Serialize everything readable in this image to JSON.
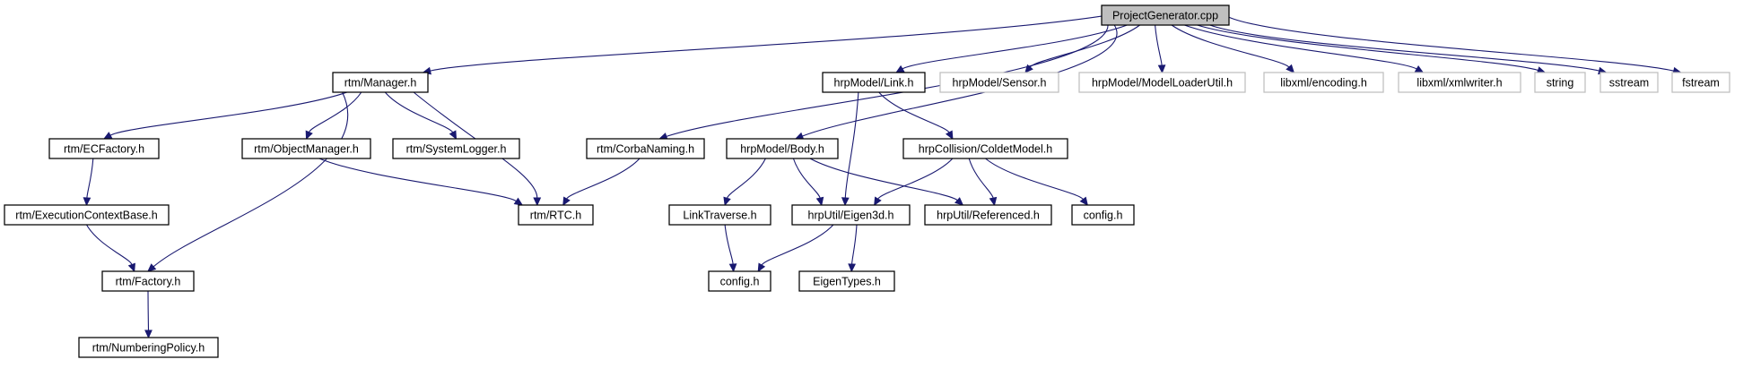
{
  "root": "ProjectGenerator.cpp",
  "colors": {
    "edge": "#191970",
    "node_border": "#000000",
    "external_border": "#bfbfbf",
    "root_fill": "#bfbfbf",
    "node_fill": "#ffffff"
  },
  "nodes": [
    {
      "id": "pg",
      "label": "ProjectGenerator.cpp",
      "style": "root"
    },
    {
      "id": "manager",
      "label": "rtm/Manager.h",
      "style": "normal"
    },
    {
      "id": "corba",
      "label": "rtm/CorbaNaming.h",
      "style": "normal"
    },
    {
      "id": "body",
      "label": "hrpModel/Body.h",
      "style": "normal"
    },
    {
      "id": "link",
      "label": "hrpModel/Link.h",
      "style": "normal"
    },
    {
      "id": "sensor",
      "label": "hrpModel/Sensor.h",
      "style": "external"
    },
    {
      "id": "mlu",
      "label": "hrpModel/ModelLoaderUtil.h",
      "style": "external"
    },
    {
      "id": "enc",
      "label": "libxml/encoding.h",
      "style": "external"
    },
    {
      "id": "xmlw",
      "label": "libxml/xmlwriter.h",
      "style": "external"
    },
    {
      "id": "string",
      "label": "string",
      "style": "external"
    },
    {
      "id": "sstream",
      "label": "sstream",
      "style": "external"
    },
    {
      "id": "fstream",
      "label": "fstream",
      "style": "external"
    },
    {
      "id": "ecf",
      "label": "rtm/ECFactory.h",
      "style": "normal"
    },
    {
      "id": "objm",
      "label": "rtm/ObjectManager.h",
      "style": "normal"
    },
    {
      "id": "syslog",
      "label": "rtm/SystemLogger.h",
      "style": "normal"
    },
    {
      "id": "coldet",
      "label": "hrpCollision/ColdetModel.h",
      "style": "normal"
    },
    {
      "id": "ecb",
      "label": "rtm/ExecutionContextBase.h",
      "style": "normal"
    },
    {
      "id": "rtc",
      "label": "rtm/RTC.h",
      "style": "normal"
    },
    {
      "id": "ltrav",
      "label": "LinkTraverse.h",
      "style": "normal"
    },
    {
      "id": "eigen3d",
      "label": "hrpUtil/Eigen3d.h",
      "style": "normal"
    },
    {
      "id": "ref",
      "label": "hrpUtil/Referenced.h",
      "style": "normal"
    },
    {
      "id": "config1",
      "label": "config.h",
      "style": "normal"
    },
    {
      "id": "factory",
      "label": "rtm/Factory.h",
      "style": "normal"
    },
    {
      "id": "config2",
      "label": "config.h",
      "style": "normal"
    },
    {
      "id": "etypes",
      "label": "EigenTypes.h",
      "style": "normal"
    },
    {
      "id": "numpol",
      "label": "rtm/NumberingPolicy.h",
      "style": "normal"
    }
  ],
  "edges": [
    {
      "from": "pg",
      "to": "manager"
    },
    {
      "from": "pg",
      "to": "corba"
    },
    {
      "from": "pg",
      "to": "body"
    },
    {
      "from": "pg",
      "to": "link"
    },
    {
      "from": "pg",
      "to": "sensor"
    },
    {
      "from": "pg",
      "to": "mlu"
    },
    {
      "from": "pg",
      "to": "enc"
    },
    {
      "from": "pg",
      "to": "xmlw"
    },
    {
      "from": "pg",
      "to": "string"
    },
    {
      "from": "pg",
      "to": "sstream"
    },
    {
      "from": "pg",
      "to": "fstream"
    },
    {
      "from": "manager",
      "to": "ecf"
    },
    {
      "from": "manager",
      "to": "objm"
    },
    {
      "from": "manager",
      "to": "syslog"
    },
    {
      "from": "manager",
      "to": "rtc"
    },
    {
      "from": "manager",
      "to": "factory"
    },
    {
      "from": "ecf",
      "to": "ecb"
    },
    {
      "from": "ecb",
      "to": "factory"
    },
    {
      "from": "factory",
      "to": "numpol"
    },
    {
      "from": "objm",
      "to": "rtc"
    },
    {
      "from": "corba",
      "to": "rtc"
    },
    {
      "from": "body",
      "to": "ltrav"
    },
    {
      "from": "body",
      "to": "eigen3d"
    },
    {
      "from": "body",
      "to": "ref"
    },
    {
      "from": "link",
      "to": "eigen3d"
    },
    {
      "from": "link",
      "to": "coldet"
    },
    {
      "from": "coldet",
      "to": "eigen3d"
    },
    {
      "from": "coldet",
      "to": "ref"
    },
    {
      "from": "coldet",
      "to": "config1"
    },
    {
      "from": "ltrav",
      "to": "config2"
    },
    {
      "from": "eigen3d",
      "to": "config2"
    },
    {
      "from": "eigen3d",
      "to": "etypes"
    }
  ]
}
